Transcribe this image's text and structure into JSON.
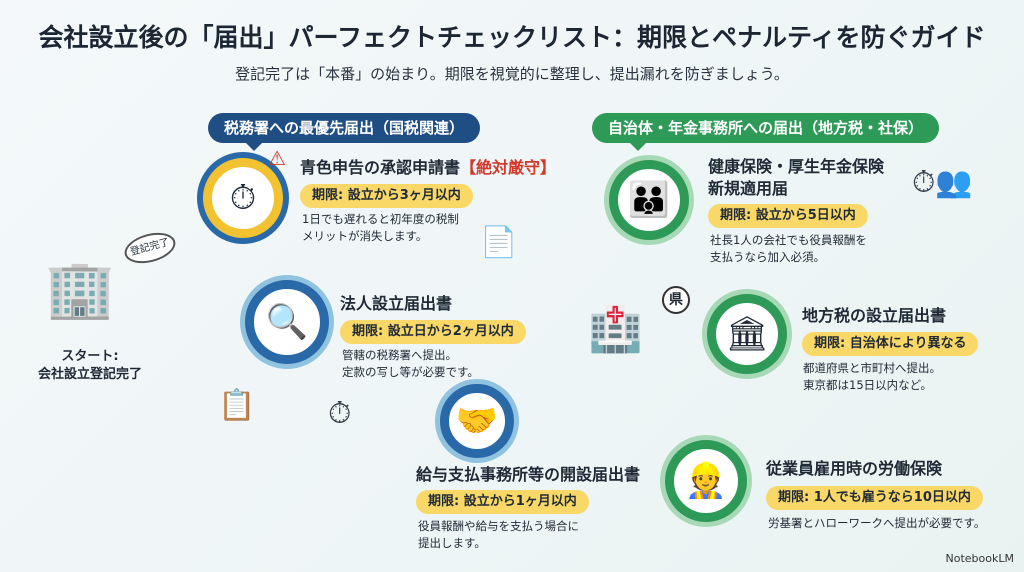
{
  "title": "会社設立後の「届出」パーフェクトチェックリスト：期限とペナルティを防ぐガイド",
  "subtitle": "登記完了は「本番」の始まり。期限を視覚的に整理し、提出漏れを防ぎましょう。",
  "start": {
    "badge": "登記完了",
    "label": "スタート:\n会社設立登記完了"
  },
  "left_section": {
    "header": "税務署への最優先届出（国税関連）",
    "items": [
      {
        "title": "青色申告の承認申請書",
        "emphasis": "【絶対厳守】",
        "deadline": "期限: 設立から3ヶ月以内",
        "desc": "1日でも遅れると初年度の税制\nメリットが消失します。"
      },
      {
        "title": "法人設立届出書",
        "deadline": "期限: 設立日から2ヶ月以内",
        "desc": "管轄の税務署へ提出。\n定款の写し等が必要です。"
      },
      {
        "title": "給与支払事務所等の開設届出書",
        "deadline": "期限: 設立から1ヶ月以内",
        "desc": "役員報酬や給与を支払う場合に\n提出します。"
      }
    ]
  },
  "right_section": {
    "header": "自治体・年金事務所への届出（地方税・社保）",
    "items": [
      {
        "title": "健康保険・厚生年金保険\n新規適用届",
        "deadline": "期限: 設立から5日以内",
        "desc": "社長1人の会社でも役員報酬を\n支払うなら加入必須。"
      },
      {
        "title": "地方税の設立届出書",
        "deadline": "期限: 自治体により異なる",
        "desc": "都道府県と市町村へ提出。\n東京都は15日以内など。"
      },
      {
        "title": "従業員雇用時の労働保険",
        "deadline": "期限: 1人でも雇うなら10日以内",
        "desc": "労基署とハローワークへ提出が必要です。"
      }
    ]
  },
  "prefecture_label": "県",
  "brand": "NotebookLM"
}
